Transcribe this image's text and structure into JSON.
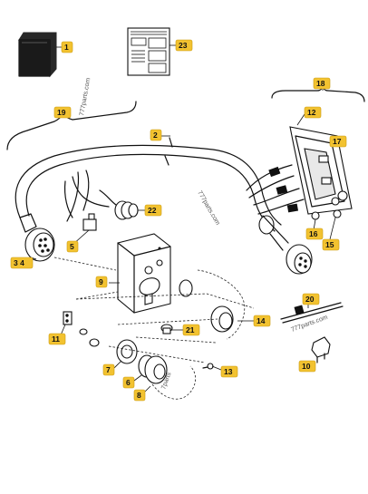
{
  "diagram": {
    "watermark": "777parts.com",
    "watermark_alt": "777parts.com",
    "watermark_short": "7parts"
  },
  "callouts": {
    "c1": "1",
    "c23": "23",
    "c19": "19",
    "c18": "18",
    "c2": "2",
    "c12": "12",
    "c17": "17",
    "c22": "22",
    "c5": "5",
    "c16": "16",
    "c15": "15",
    "c3_4": "3 4",
    "c9": "9",
    "c20": "20",
    "c14": "14",
    "c21": "21",
    "c11": "11",
    "c10": "10",
    "c7": "7",
    "c13": "13",
    "c6": "6",
    "c8": "8"
  },
  "colors": {
    "callout_fill": "#f2c230",
    "line": "#111111",
    "background": "#ffffff"
  }
}
